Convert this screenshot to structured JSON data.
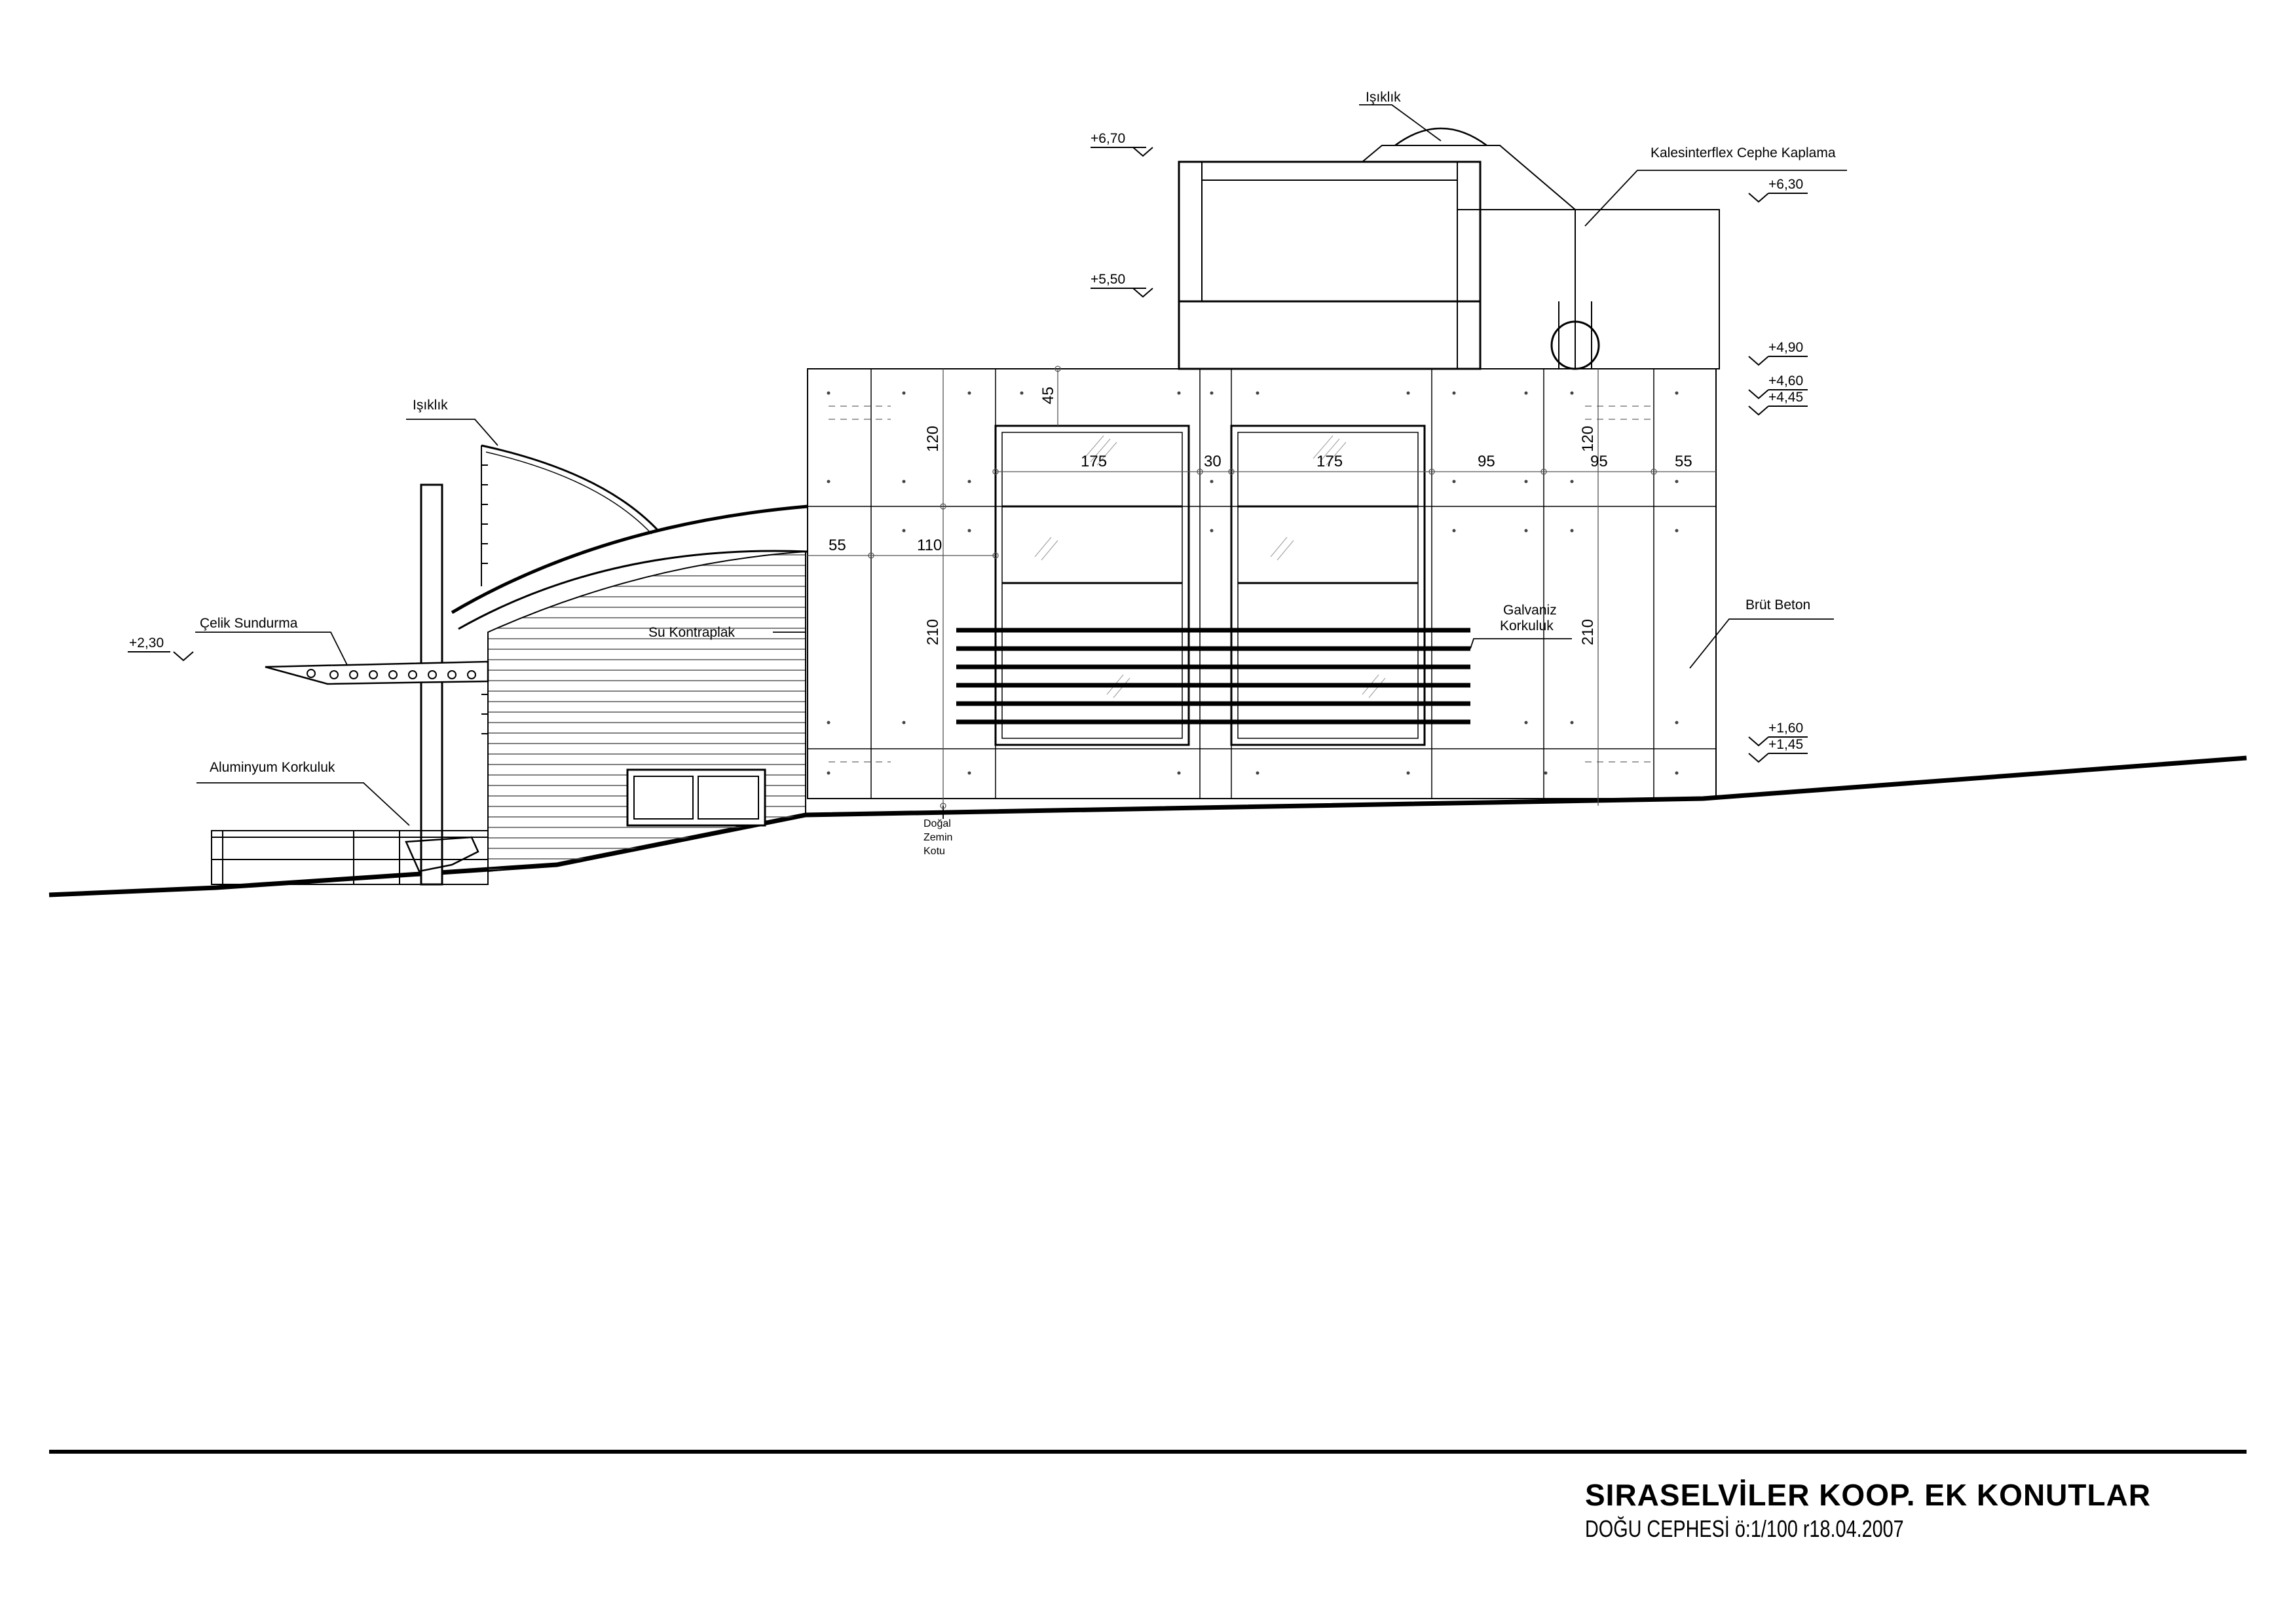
{
  "title_block": {
    "project": "SIRASELVİLER KOOP.  EK KONUTLAR",
    "sheet": "DOĞU CEPHESİ ö:1/100 r18.04.2007"
  },
  "labels": {
    "skylight_top": "Işıklık",
    "cladding": "Kalesinterflex Cephe Kaplama",
    "skylight_left": "Işıklık",
    "steel_canopy": "Çelik Sundurma",
    "plywood": "Su Kontraplak",
    "aluminium_railing": "Aluminyum Korkuluk",
    "galvanized_railing_1": "Galvaniz",
    "galvanized_railing_2": "Korkuluk",
    "exposed_concrete": "Brüt Beton",
    "natural_ground_1": "Doğal",
    "natural_ground_2": "Zemin",
    "natural_ground_3": "Kotu"
  },
  "levels": {
    "l670": "+6,70",
    "l630": "+6,30",
    "l550": "+5,50",
    "l490": "+4,90",
    "l460": "+4,60",
    "l445": "+4,45",
    "l230": "+2,30",
    "l160": "+1,60",
    "l145": "+1,45"
  },
  "dimensions": {
    "d45": "45",
    "d120a": "120",
    "d120b": "120",
    "d175a": "175",
    "d30": "30",
    "d175b": "175",
    "d95a": "95",
    "d95b": "95",
    "d55a": "55",
    "d55b": "55",
    "d110": "110",
    "d210a": "210",
    "d210b": "210"
  }
}
